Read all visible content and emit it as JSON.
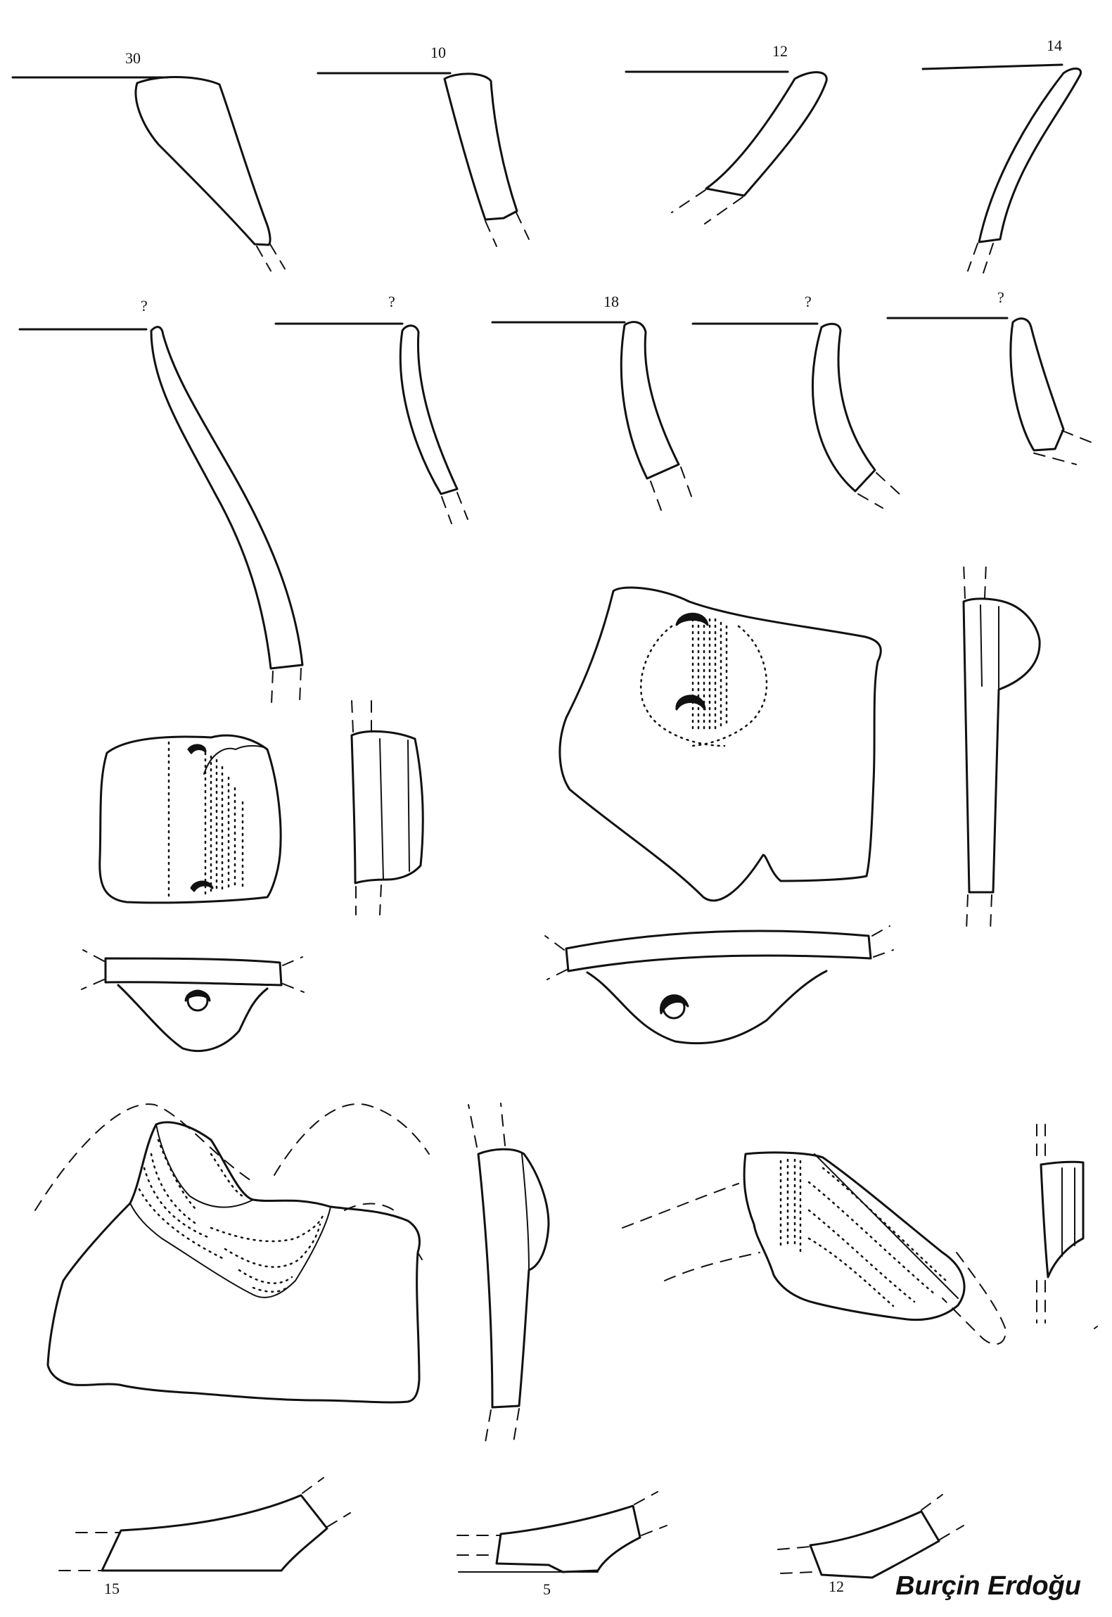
{
  "plate": {
    "rim_diameters_row1": [
      "30",
      "10",
      "12",
      "14"
    ],
    "rim_diameters_row2": [
      "?",
      "?",
      "18",
      "?",
      "?"
    ],
    "base_diameters": [
      "15",
      "5",
      "12"
    ]
  },
  "credit": "Burçin Erdoğu"
}
